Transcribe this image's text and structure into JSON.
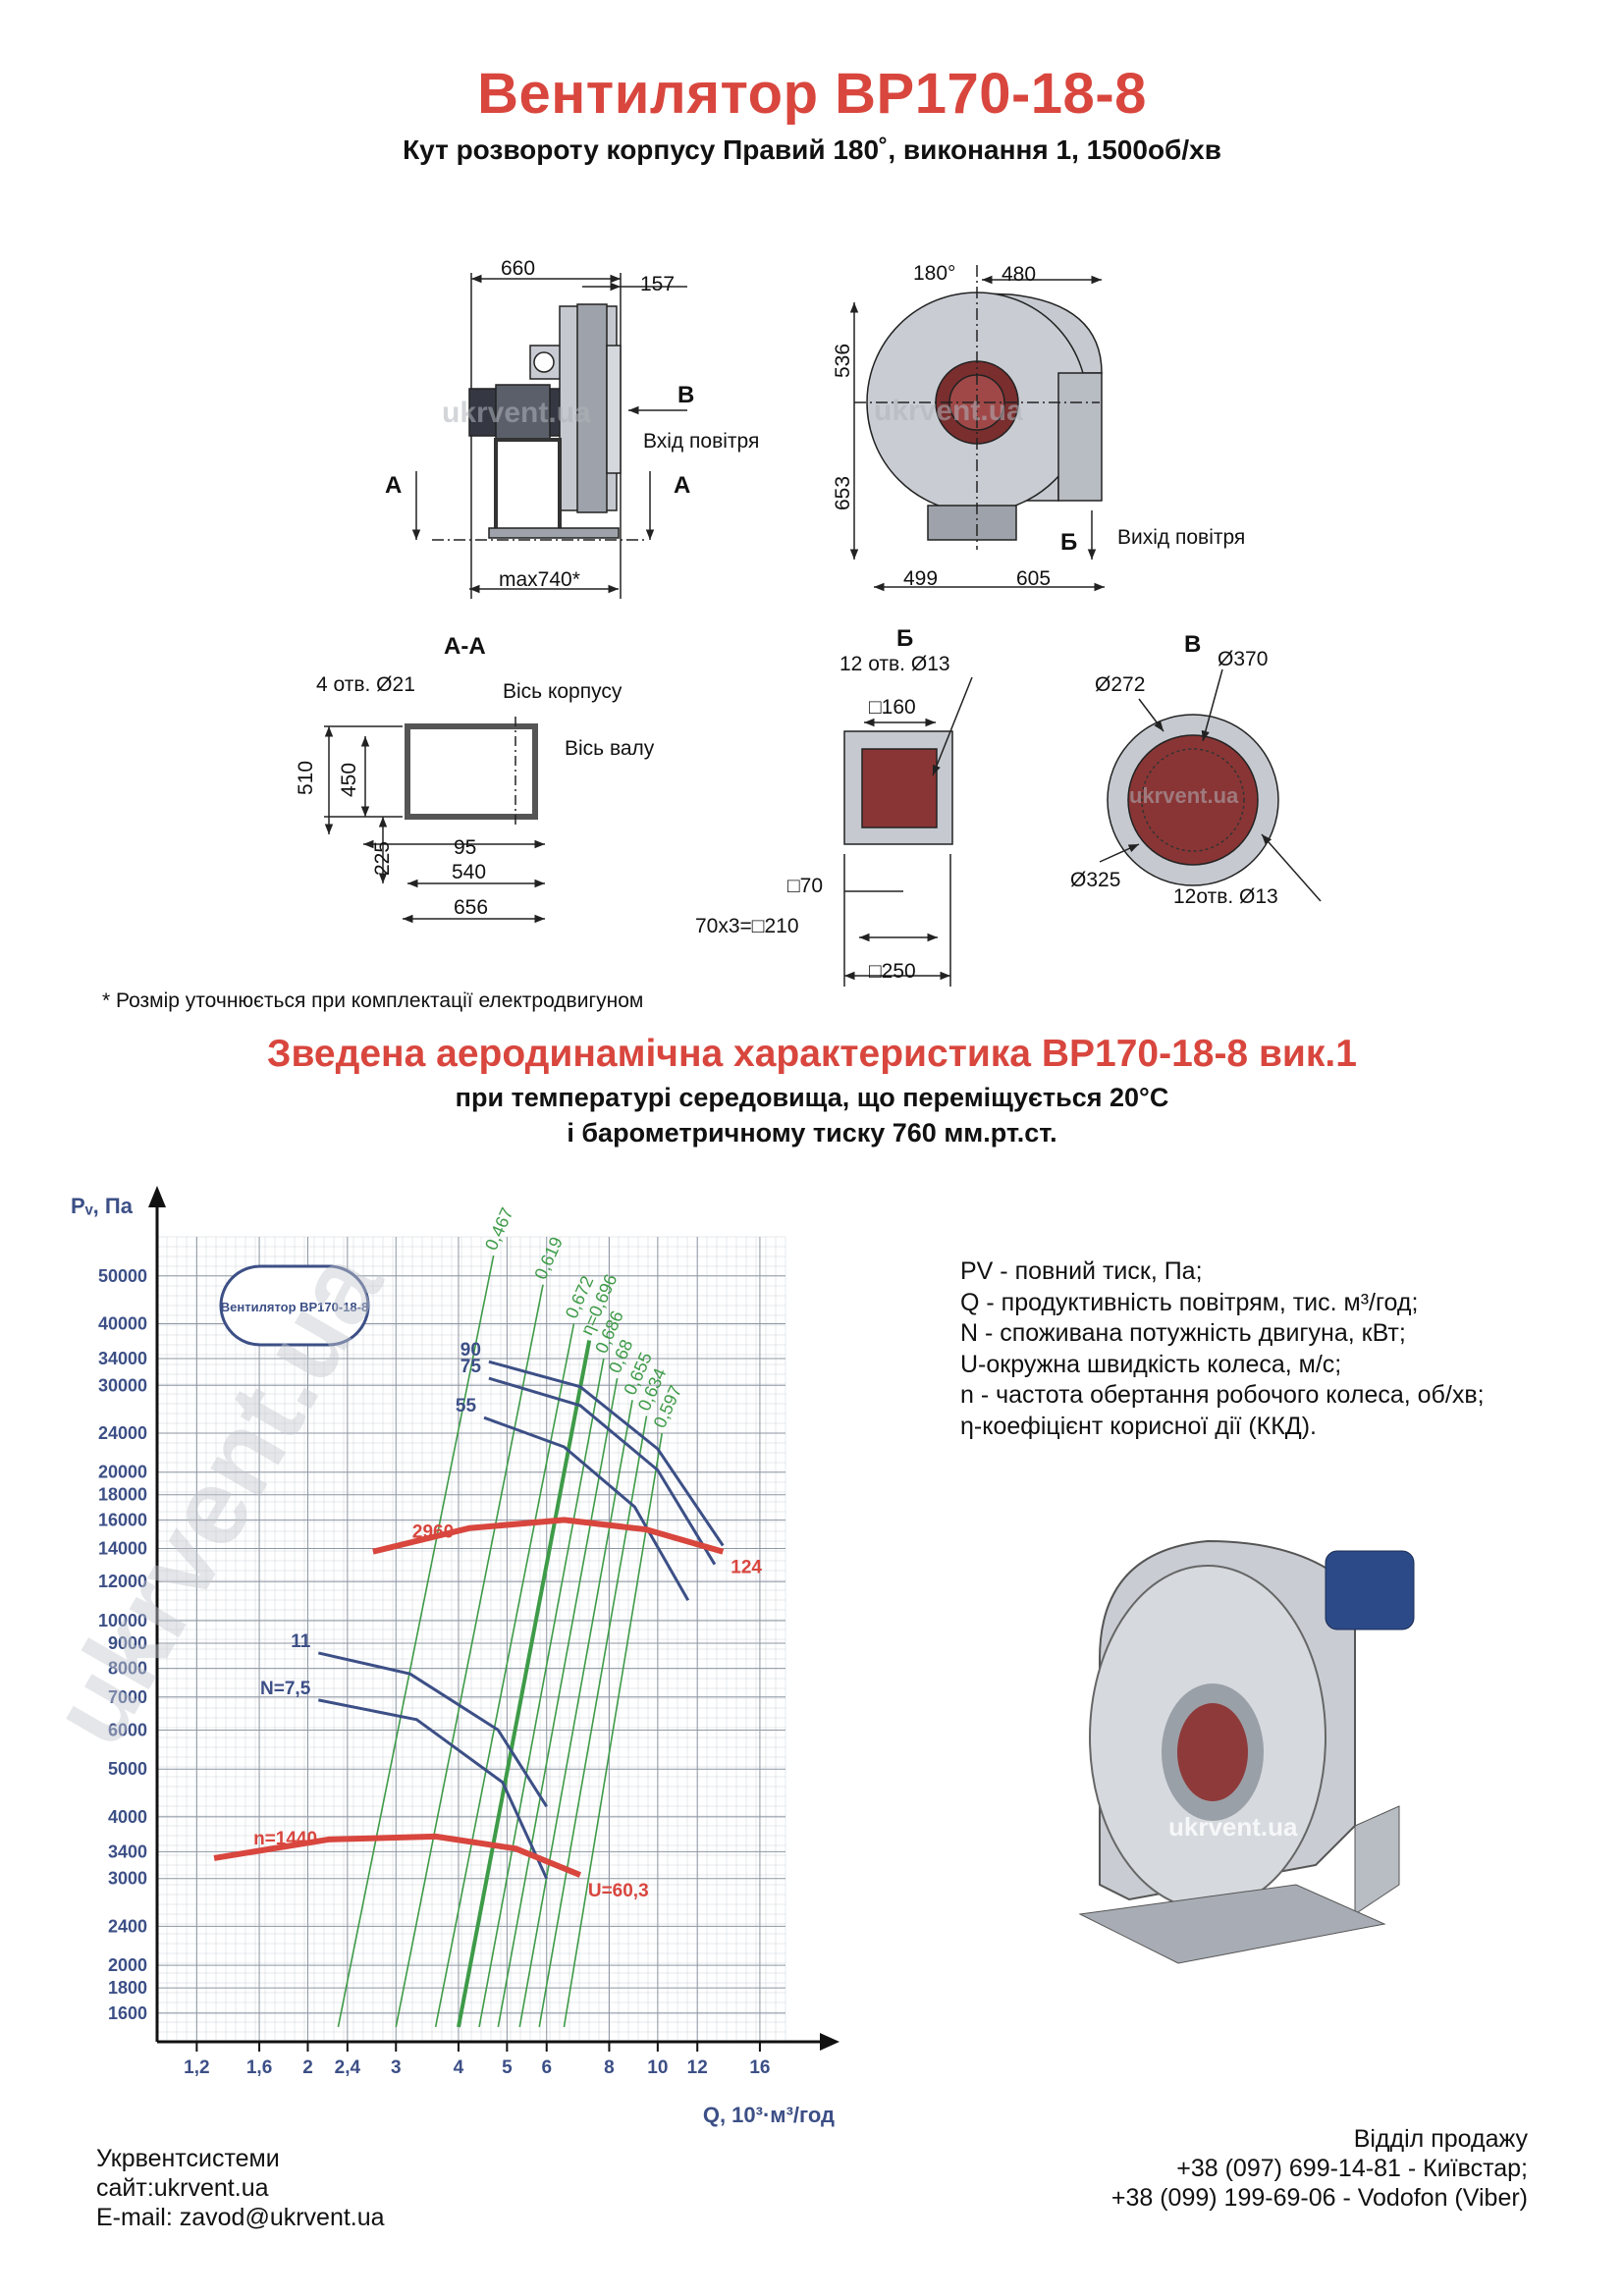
{
  "header": {
    "title": "Вентилятор ВР170-18-8",
    "subtitle": "Кут розвороту корпусу Правий 180˚, виконання 1, 1500об/хв"
  },
  "drawing": {
    "side_view": {
      "dim_total": "660",
      "dim_inlet": "157",
      "label_B": "В",
      "inlet_label": "Вхід повітря",
      "section_A": "А",
      "dim_max": "max740*"
    },
    "front_view": {
      "angle": "180°",
      "dim_480": "480",
      "dim_536": "536",
      "dim_653": "653",
      "dim_499": "499",
      "dim_605": "605",
      "label_B": "Б",
      "outlet_label": "Вихід повітря"
    },
    "section_AA": {
      "title": "А-А",
      "holes": "4 отв. Ø21",
      "housing_axis": "Вісь корпусу",
      "shaft_axis": "Вісь валу",
      "dim_510": "510",
      "dim_450": "450",
      "dim_225": "225",
      "dim_95": "95",
      "dim_540": "540",
      "dim_656": "656"
    },
    "section_B_outlet": {
      "title": "Б",
      "holes": "12 отв.  Ø13",
      "inner": "□160",
      "pitch": "□70",
      "pitch_total": "70x3=□210",
      "outer": "□250"
    },
    "section_V_inlet": {
      "title": "В",
      "d_outer": "Ø370",
      "d_inner": "Ø272",
      "d_bolt": "Ø325",
      "holes": "12отв.  Ø13"
    },
    "watermark": "ukrvent.ua"
  },
  "note": "* Розмір уточнюється при комплектації електродвигуном",
  "section2": {
    "title": "Зведена аеродинамічна характеристика ВР170-18-8 вик.1",
    "cond1": "при температурі середовища, що переміщується 20°С",
    "cond2": "і барометричному тиску 760 мм.рт.ст."
  },
  "legend": [
    "PV - повний тиск, Па;",
    "Q - продуктивність повітрям, тис. м³/год;",
    "N - споживана потужність двигуна, кВт;",
    "U-окружна швидкість колеса, м/с;",
    "n - частота обертання робочого колеса, об/хв;",
    "η-коефіцієнт корисної дії (ККД)."
  ],
  "chart_data": {
    "type": "line",
    "x_scale": "log",
    "y_scale": "log",
    "xlabel": "Q, 10³·м³/год",
    "ylabel": "Pᵥ, Па",
    "x_ticks": [
      "1,2",
      "1,6",
      "2",
      "2,4",
      "3",
      "4",
      "5",
      "6",
      "8",
      "10",
      "12",
      "16"
    ],
    "y_ticks": [
      "50000",
      "40000",
      "34000",
      "30000",
      "24000",
      "20000",
      "18000",
      "16000",
      "14000",
      "12000",
      "10000",
      "9000",
      "8000",
      "7000",
      "6000",
      "5000",
      "4000",
      "3400",
      "3000",
      "2400",
      "2000",
      "1800",
      "1600"
    ],
    "xlim": [
      1.0,
      18.0
    ],
    "ylim": [
      1400,
      60000
    ],
    "pressure_curves": [
      {
        "name": "n=2960",
        "label_left": "2960",
        "label_right": "124",
        "points": [
          [
            2.7,
            13800
          ],
          [
            4.2,
            15400
          ],
          [
            6.5,
            16000
          ],
          [
            9.5,
            15300
          ],
          [
            13.5,
            13800
          ]
        ]
      },
      {
        "name": "n=1440",
        "label_left": "n=1440",
        "label_right": "U=60,3",
        "points": [
          [
            1.3,
            3300
          ],
          [
            2.2,
            3600
          ],
          [
            3.6,
            3650
          ],
          [
            5.2,
            3450
          ],
          [
            7.0,
            3050
          ]
        ]
      }
    ],
    "power_curves": [
      {
        "name": "90",
        "label": "90",
        "points": [
          [
            4.6,
            33500
          ],
          [
            7.0,
            29800
          ],
          [
            10.0,
            22300
          ],
          [
            13.5,
            14200
          ]
        ]
      },
      {
        "name": "75",
        "label": "75",
        "points": [
          [
            4.6,
            31000
          ],
          [
            7.0,
            27300
          ],
          [
            10.0,
            20200
          ],
          [
            13.0,
            13000
          ]
        ]
      },
      {
        "name": "55",
        "label": "55",
        "points": [
          [
            4.5,
            25800
          ],
          [
            6.5,
            22500
          ],
          [
            9.0,
            17000
          ],
          [
            11.5,
            11000
          ]
        ]
      },
      {
        "name": "11",
        "label": "11",
        "points": [
          [
            2.1,
            8600
          ],
          [
            3.2,
            7800
          ],
          [
            4.8,
            6000
          ],
          [
            6.0,
            4200
          ]
        ]
      },
      {
        "name": "N=7,5",
        "label": "N=7,5",
        "points": [
          [
            2.1,
            6900
          ],
          [
            3.3,
            6300
          ],
          [
            4.9,
            4700
          ],
          [
            6.0,
            3000
          ]
        ]
      }
    ],
    "efficiency_lines": [
      "0,467",
      "0,619",
      "0,672",
      "η=0,696",
      "0,686",
      "0,68",
      "0,655",
      "0,634",
      "0,597"
    ],
    "badge_text": "Вентилятор ВР170-18-8"
  },
  "footer": {
    "company": "Укрвентсистеми",
    "site": "сайт:ukrvent.ua",
    "email": "E-mail: zavod@ukrvent.ua",
    "sales_title": "Відділ продажу",
    "phone1": "+38 (097) 699-14-81 - Київстар;",
    "phone2": "+38 (099) 199-69-06 - Vodofon (Viber)"
  },
  "colors": {
    "accent": "#d8463e",
    "grid": "#b9c1cb",
    "power": "#3c4f86",
    "efficiency": "#3e9b48",
    "pressure": "#d8463e"
  }
}
